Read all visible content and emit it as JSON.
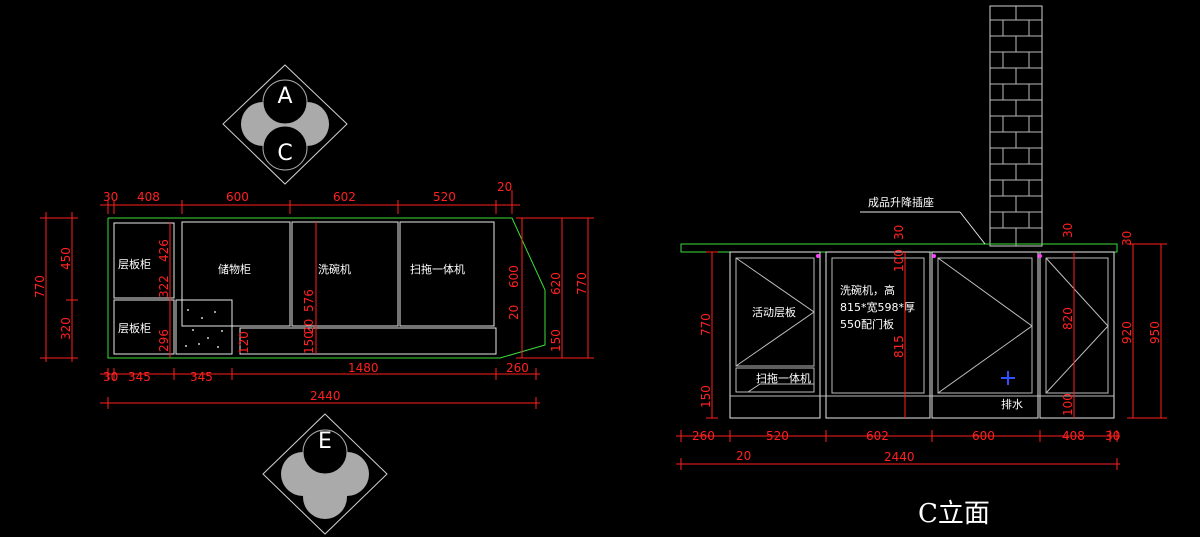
{
  "plan": {
    "tag_top": "A",
    "tag_mid": "C",
    "tag_bottom": "E",
    "top_dims": [
      "30",
      "408",
      "600",
      "602",
      "520",
      "20"
    ],
    "bottom_dims": [
      "30",
      "345",
      "345",
      "1480",
      "260"
    ],
    "total": "2440",
    "left_dims": [
      "770",
      "450",
      "322",
      "426",
      "320",
      "296"
    ],
    "right_dims": [
      "600",
      "620",
      "770",
      "20",
      "150"
    ],
    "inner_dims": [
      "576",
      "20",
      "150",
      "120"
    ],
    "labels": {
      "shelf_top": "层板柜",
      "shelf_bottom": "层板柜",
      "storage": "储物柜",
      "dishwasher": "洗碗机",
      "mop": "扫拖一体机"
    }
  },
  "elevation": {
    "socket_label": "成品升降插座",
    "dishwasher_note_1": "洗碗机，高",
    "dishwasher_note_2": "815*宽598*厚",
    "dishwasher_note_3": "550配门板",
    "active_shelf": "活动层板",
    "mop": "扫拖一体机",
    "drain": "排水",
    "bottom_dims": [
      "260",
      "520",
      "602",
      "600",
      "408",
      "30"
    ],
    "sub_dim": "20",
    "total": "2440",
    "left_dims": [
      "770",
      "150"
    ],
    "inner_dims": [
      "815",
      "100",
      "30",
      "820",
      "100",
      "30"
    ],
    "right_dims": [
      "30",
      "920",
      "950"
    ],
    "title": "C立面"
  }
}
